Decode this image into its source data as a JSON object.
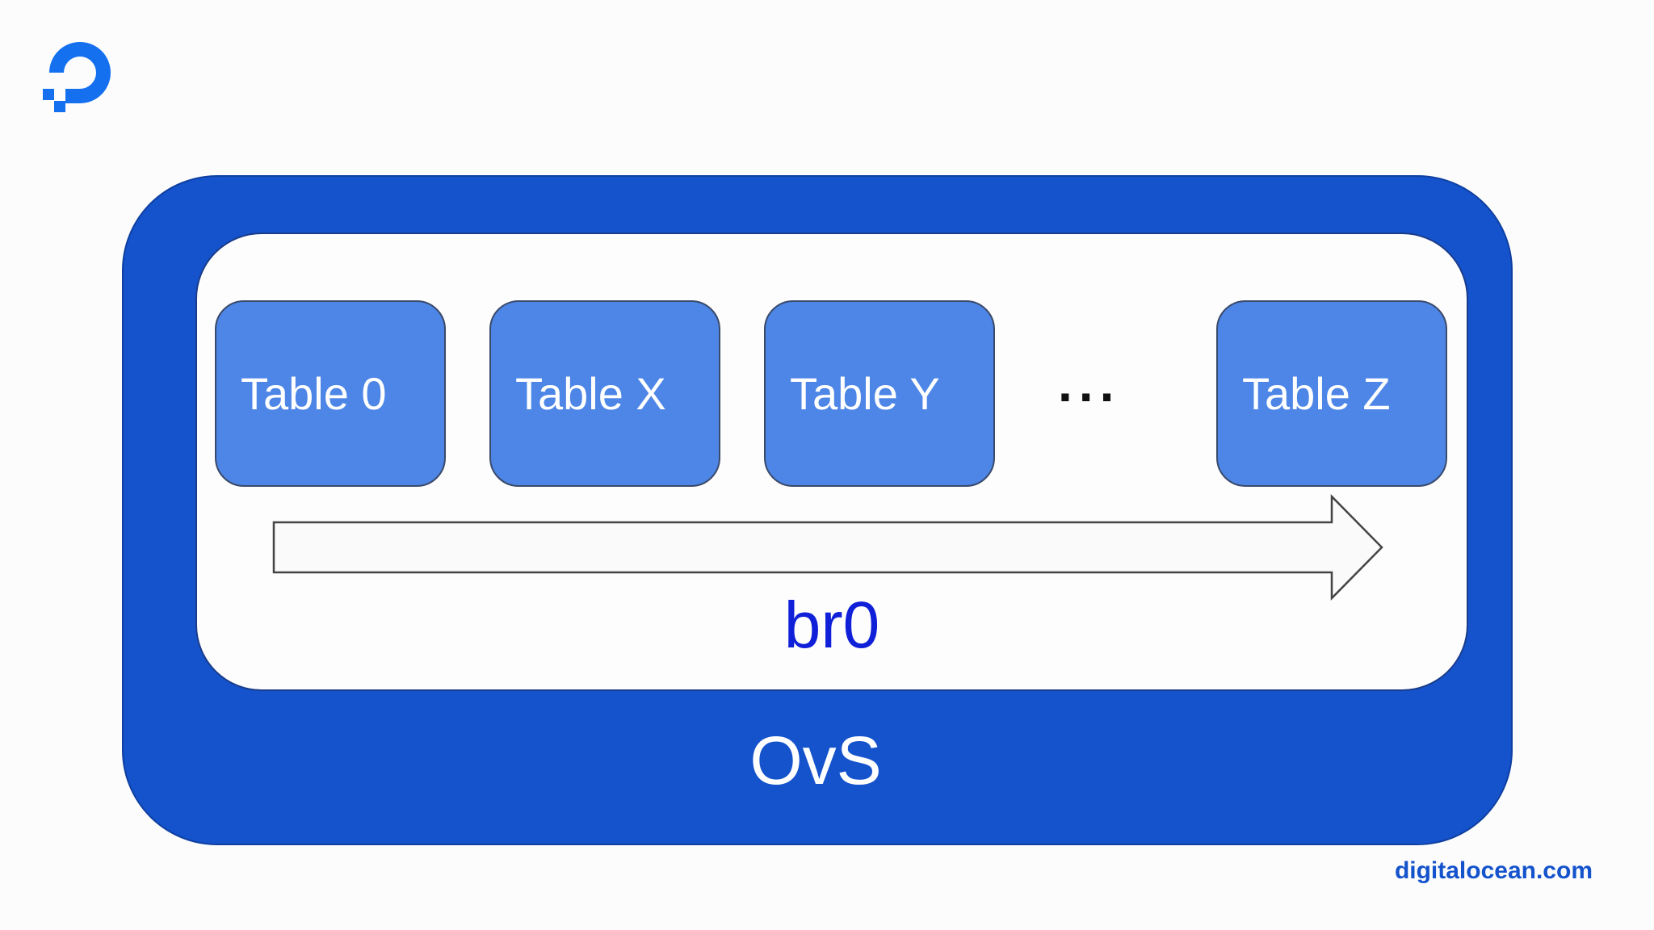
{
  "brand": {
    "logo_icon": "digitalocean-logo-icon",
    "accent_color": "#1453cc",
    "url_text": "digitalocean.com"
  },
  "diagram": {
    "container_label": "OvS",
    "bridge_label": "br0",
    "tables": [
      {
        "label": "Table 0"
      },
      {
        "label": "Table X"
      },
      {
        "label": "Table Y"
      },
      {
        "label": "Table Z"
      }
    ],
    "ellipsis": "...",
    "flow_arrow": "right-arrow-icon",
    "colors": {
      "ovs_fill": "#1453cc",
      "table_fill": "#4d86e6",
      "bridge_label_color": "#0f20d8"
    }
  }
}
